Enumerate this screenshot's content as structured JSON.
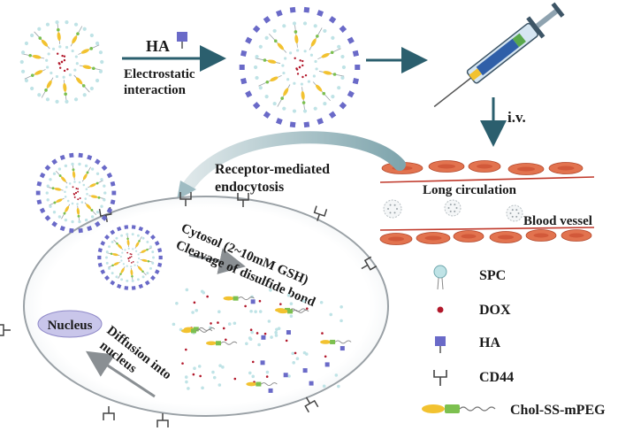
{
  "step_labels": {
    "ha": "HA",
    "electrostatic_line1": "Electrostatic",
    "electrostatic_line2": "interaction",
    "iv": "i.v.",
    "receptor_line1": "Receptor-mediated",
    "receptor_line2": "endocytosis",
    "long_circulation": "Long circulation",
    "blood_vessel": "Blood vessel",
    "cytosol_line1": "Cytosol (2~10mM GSH)",
    "cytosol_line2": "Cleavage of disulfide bond",
    "nucleus": "Nucleus",
    "diffusion_line1": "Diffusion into",
    "diffusion_line2": "nucleus"
  },
  "legend": {
    "items": [
      {
        "label": "SPC",
        "icon": "spc-lipid-icon"
      },
      {
        "label": "DOX",
        "icon": "dox-dot-icon"
      },
      {
        "label": "HA",
        "icon": "ha-square-icon"
      },
      {
        "label": "CD44",
        "icon": "cd44-receptor-icon"
      },
      {
        "label": "Chol-SS-mPEG",
        "icon": "chol-ss-mpeg-icon"
      }
    ]
  },
  "colors": {
    "arrow_teal": "#2b5f6e",
    "ha_purple": "#6a6ac8",
    "lipid_head": "#bfe3e6",
    "dox_red": "#b2182b",
    "chol_yellow": "#f2c230",
    "pss_green": "#7cc04f",
    "rbc_red": "#e2734f",
    "vessel_line": "#c0392b",
    "nucleus_fill": "#c9c6ea"
  }
}
